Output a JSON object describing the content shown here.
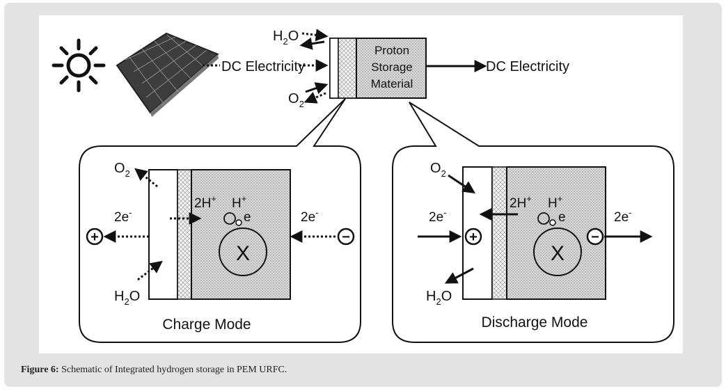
{
  "top": {
    "dc_in_label": "DC Electricity",
    "dc_out_label": "DC Electricity",
    "cell_label_line1": "Proton",
    "cell_label_line2": "Storage",
    "cell_label_line3": "Material",
    "h2o_label": "H",
    "h2o_sub": "2",
    "h2o_tail": "O",
    "o2_label": "O",
    "o2_sub": "2"
  },
  "charge": {
    "title": "Charge Mode",
    "o2": "O",
    "o2_sub": "2",
    "h2o": "H",
    "h2o_sub": "2",
    "h2o_tail": "O",
    "electrons_left": "2e",
    "electrons_right": "2e",
    "electron_sup": "-",
    "protons": "2H",
    "proton_sup": "+",
    "hydrogen": "H",
    "hydrogen_sup": "+",
    "electron": "e",
    "material": "X",
    "plus": "+",
    "minus": "−"
  },
  "discharge": {
    "title": "Discharge Mode",
    "o2": "O",
    "o2_sub": "2",
    "h2o": "H",
    "h2o_sub": "2",
    "h2o_tail": "O",
    "electrons_left": "2e",
    "electrons_right": "2e",
    "electron_sup": "-",
    "protons": "2H",
    "proton_sup": "+",
    "hydrogen": "H",
    "hydrogen_sup": "+",
    "electron": "e",
    "material": "X",
    "plus": "+",
    "minus": "−"
  },
  "caption": {
    "label": "Figure 6:",
    "text": " Schematic of Integrated hydrogen storage in PEM URFC."
  }
}
